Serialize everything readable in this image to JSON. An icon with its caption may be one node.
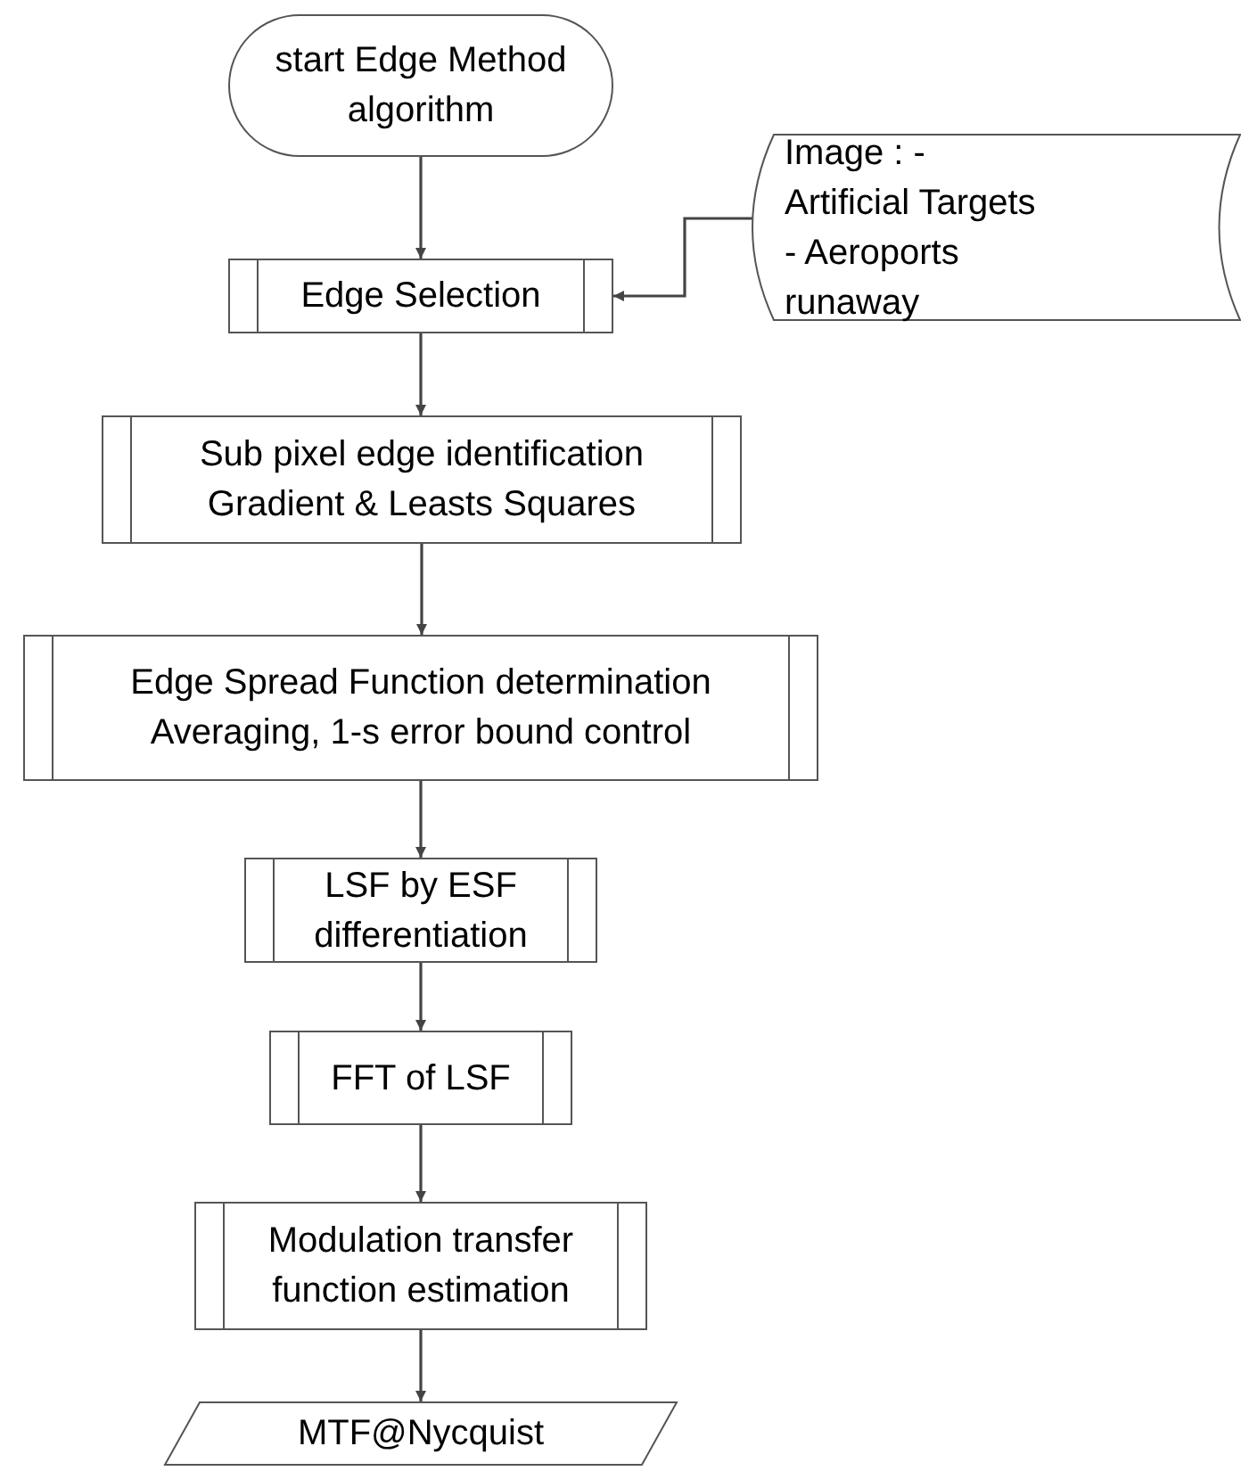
{
  "diagram": {
    "nodes": [
      {
        "text": [
          "start Edge Method algorithm"
        ]
      },
      {
        "text": [
          "Edge Selection"
        ]
      },
      {
        "text": [
          "Image : - Artificial Targets - Aeroports runaway"
        ]
      },
      {
        "text": [
          "Sub pixel edge identification Gradient & Leasts Squares"
        ]
      },
      {
        "text": [
          "Edge Spread Function determination Averaging, 1-s error bound control"
        ]
      },
      {
        "text": [
          "LSF by ESF differentiation"
        ]
      },
      {
        "text": [
          "FFT of LSF"
        ]
      },
      {
        "text": [
          "Modulation transfer function estimation"
        ]
      },
      {
        "text": [
          "MTF@Nycquist"
        ]
      }
    ],
    "edges": [
      {
        "from": 0,
        "to": 1,
        "arrow": "to"
      },
      {
        "from": 2,
        "to": 1,
        "arrow": "to"
      },
      {
        "from": 1,
        "to": 3,
        "arrow": "to"
      },
      {
        "from": 3,
        "to": 4,
        "arrow": "to"
      },
      {
        "from": 4,
        "to": 5,
        "arrow": "to"
      },
      {
        "from": 5,
        "to": 6,
        "arrow": "to"
      },
      {
        "from": 6,
        "to": 7,
        "arrow": "to"
      },
      {
        "from": 7,
        "to": 8,
        "arrow": "to"
      }
    ]
  }
}
